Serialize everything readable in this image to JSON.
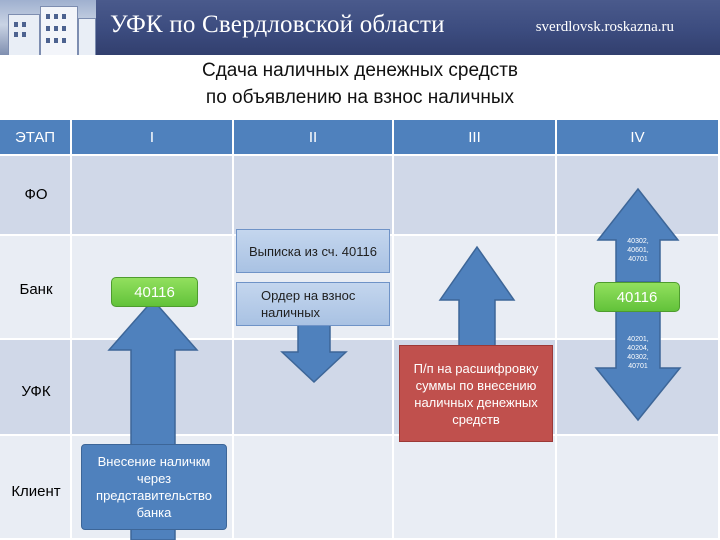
{
  "header": {
    "title": "УФК по Свердловской области",
    "site": "sverdlovsk.roskazna.ru"
  },
  "slide": {
    "title_line1": "Сдача наличных денежных средств",
    "title_line2": "по объявлению на взнос наличных"
  },
  "table": {
    "headers": [
      "ЭТАП",
      "I",
      "II",
      "III",
      "IV"
    ],
    "rows": [
      "ФО",
      "Банк",
      "УФК",
      "Клиент"
    ]
  },
  "boxes": {
    "vypiska": "Выписка из сч. 40116",
    "order": "Ордер на взнос наличных",
    "acct_col1": "40116",
    "acct_col4": "40116",
    "pp": "П/п на расшифровку суммы по внесению наличных денежных средств",
    "vnesenie": "Внесение наличкм через представительство банка",
    "iv_up_accounts": "40302, 40601, 40701",
    "iv_down_accounts": "40201, 40204, 40302, 40701"
  },
  "colors": {
    "header_blue": "#4f81bd",
    "green": "#62c23a",
    "red": "#c0504d",
    "arrow_blue": "#4f81bd"
  }
}
